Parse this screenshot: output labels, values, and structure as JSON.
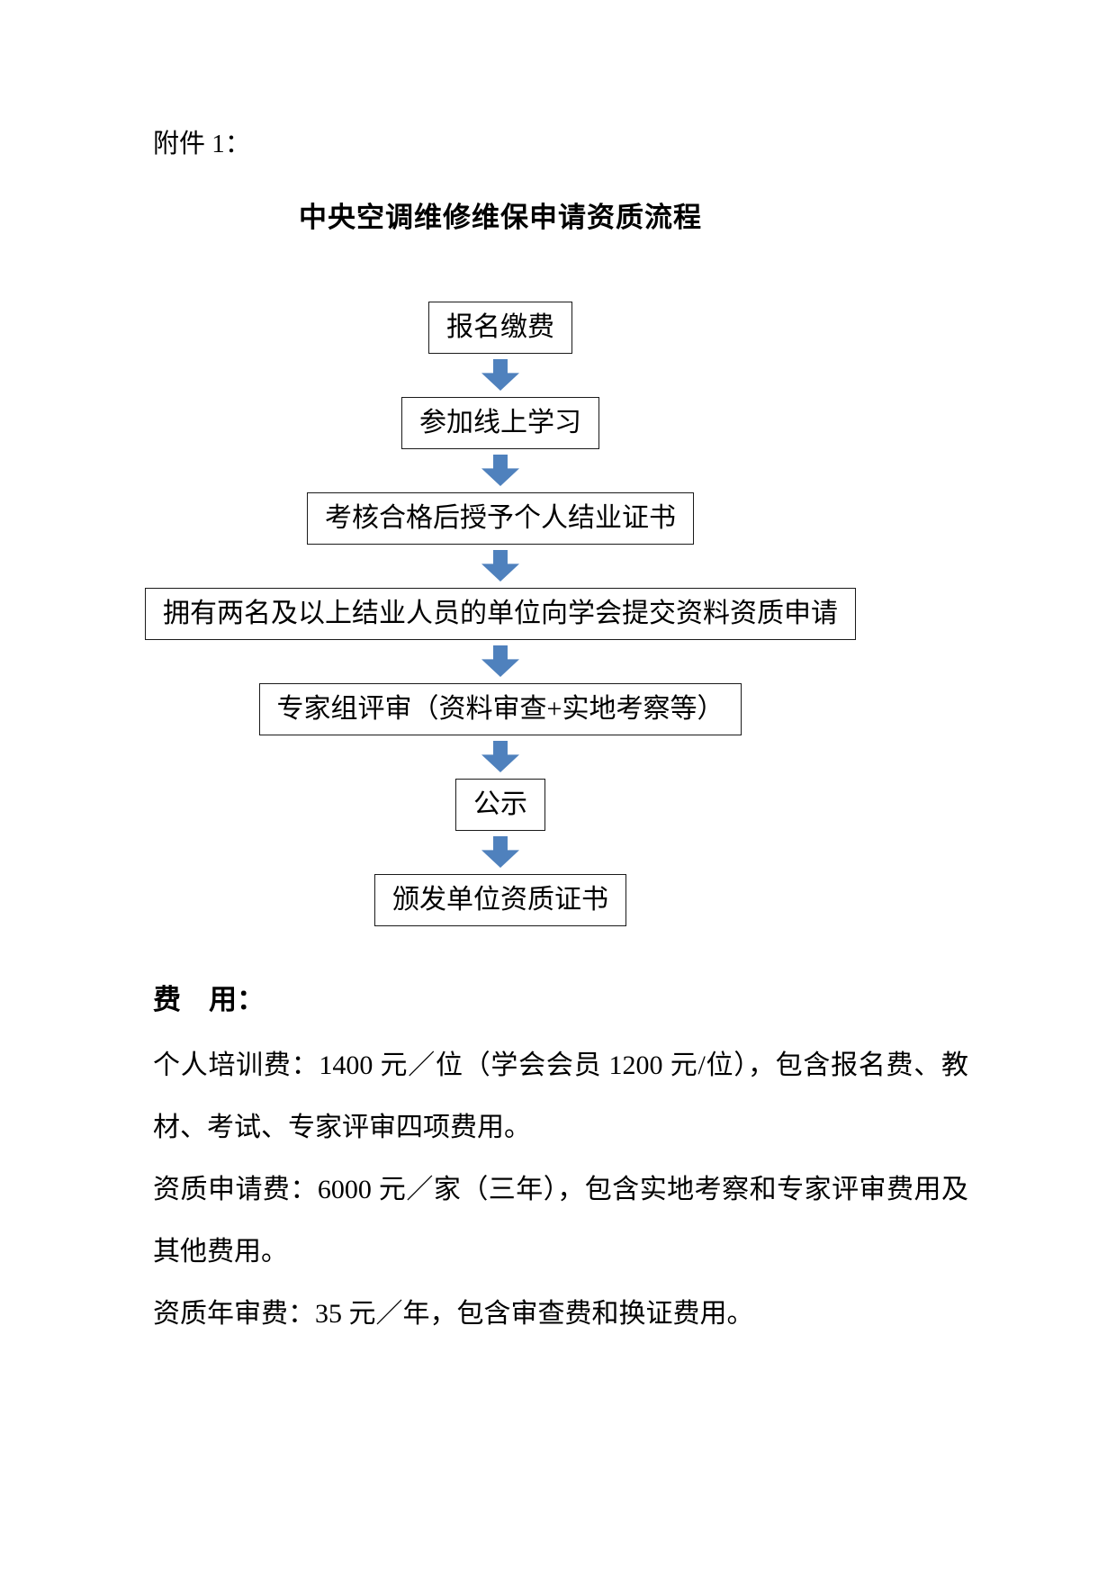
{
  "page": {
    "attachment_label": "附件 1：",
    "title": "中央空调维修维保申请资质流程"
  },
  "flowchart": {
    "arrow_color": "#4f81bd",
    "steps": [
      {
        "label": "报名缴费"
      },
      {
        "label": "参加线上学习"
      },
      {
        "label": "考核合格后授予个人结业证书"
      },
      {
        "label": "拥有两名及以上结业人员的单位向学会提交资料资质申请"
      },
      {
        "label": "专家组评审（资料审查+实地考察等）"
      },
      {
        "label": "公示"
      },
      {
        "label": "颁发单位资质证书"
      }
    ]
  },
  "fees": {
    "heading": "费　用：",
    "items": [
      "个人培训费：1400 元／位（学会会员 1200 元/位），包含报名费、教材、考试、专家评审四项费用。",
      "资质申请费：6000 元／家（三年），包含实地考察和专家评审费用及其他费用。",
      "资质年审费：35 元／年，包含审查费和换证费用。"
    ]
  }
}
